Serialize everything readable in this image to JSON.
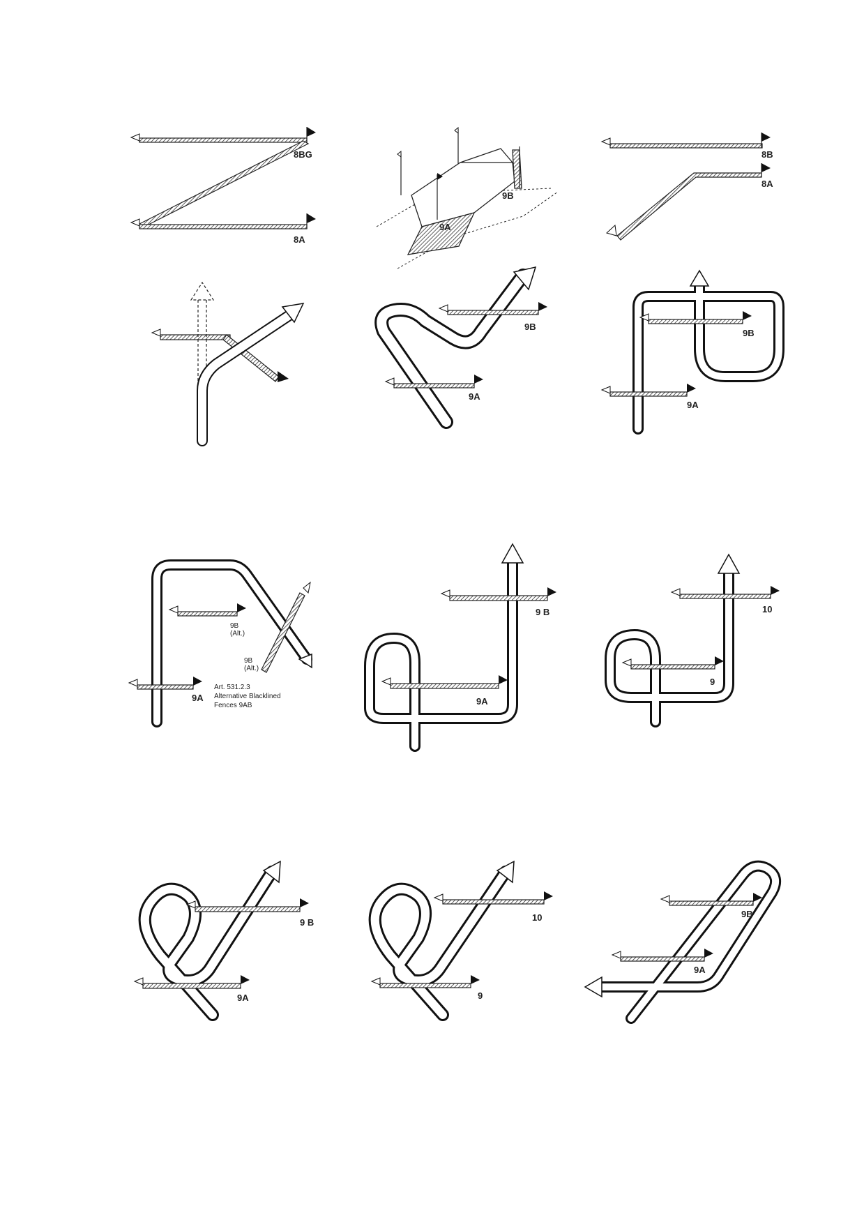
{
  "panels": [
    {
      "id": "p1",
      "labels": [
        "8BG",
        "8A"
      ]
    },
    {
      "id": "p2",
      "labels": [
        "9B",
        "9A"
      ]
    },
    {
      "id": "p3",
      "labels": [
        "8B",
        "8A"
      ]
    },
    {
      "id": "p4",
      "labels": []
    },
    {
      "id": "p5",
      "labels": [
        "9B",
        "9A"
      ]
    },
    {
      "id": "p6",
      "labels": [
        "9B",
        "9A"
      ]
    },
    {
      "id": "p7",
      "labels": [
        "9B\n(Alt.)",
        "9B\n(Alt.)",
        "9A"
      ],
      "note": [
        "Art. 531.2.3",
        "Alternative Blacklined",
        "Fences 9AB"
      ]
    },
    {
      "id": "p8",
      "labels": [
        "9 B",
        "9A"
      ]
    },
    {
      "id": "p9",
      "labels": [
        "10",
        "9"
      ]
    },
    {
      "id": "p10",
      "labels": [
        "9 B",
        "9A"
      ]
    },
    {
      "id": "p11",
      "labels": [
        "10",
        "9"
      ]
    },
    {
      "id": "p12",
      "labels": [
        "9B",
        "9A"
      ]
    }
  ],
  "colors": {
    "ink": "#111111",
    "paper": "#ffffff"
  }
}
